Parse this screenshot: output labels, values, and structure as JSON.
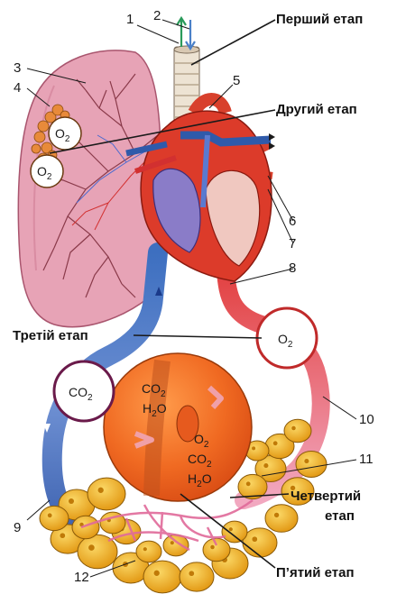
{
  "stages": {
    "first": "Перший етап",
    "second": "Другий етап",
    "third": "Третій етап",
    "fourth_line1": "Четвертий",
    "fourth_line2": "етап",
    "fifth": "П’ятий етап"
  },
  "numbers": {
    "n1": "1",
    "n2": "2",
    "n3": "3",
    "n4": "4",
    "n5": "5",
    "n6": "6",
    "n7": "7",
    "n8": "8",
    "n9": "9",
    "n10": "10",
    "n11": "11",
    "n12": "12"
  },
  "gases": {
    "o2_symbol": "O",
    "co2_symbol": "CO",
    "h2o_h": "H",
    "h2o_o": "O",
    "sub2": "2"
  },
  "colors": {
    "lung": "#e7a3b6",
    "heart_red": "#dc3b2a",
    "blue_vessel": "#3d6fc0",
    "cell": "#f26a1f",
    "fat_cells": "#f2b22e"
  }
}
